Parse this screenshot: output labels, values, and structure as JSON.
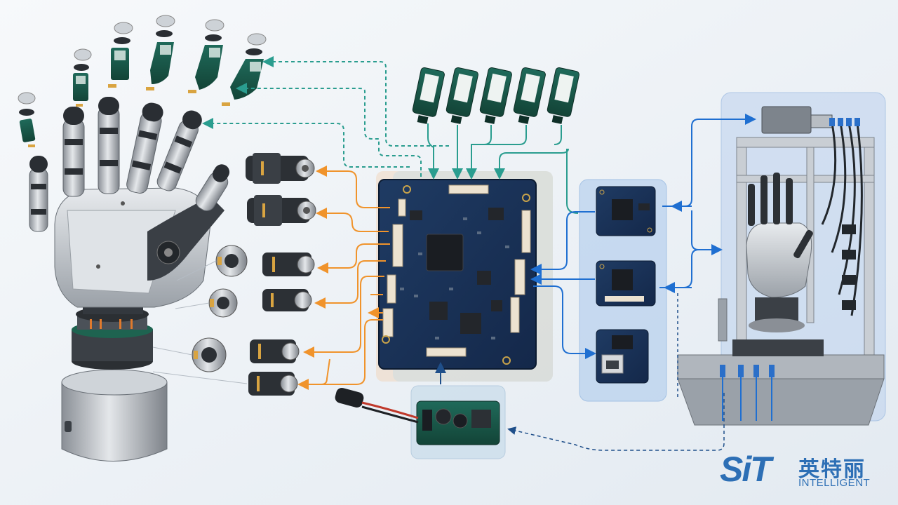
{
  "logo": {
    "mark": "SiT",
    "name_cn": "英特丽",
    "name_en": "INTELLIGENT"
  },
  "colors": {
    "sensor_link": "#2a9d8f",
    "motor_link": "#f0932b",
    "comm_link": "#1f6fd1",
    "power_link": "#1f4f8a",
    "pcb": "#1d3557",
    "brand": "#2d6fb5"
  },
  "components": {
    "hand": "robotic-hand",
    "finger_sensors": "fingertip-sensor-flex-boards",
    "tactile_sensors": "tactile-sensor-array-boards",
    "motors": "joint-actuator-motors",
    "main_board": "main-control-board",
    "comm_modules": "communication-modules",
    "power_board": "power-supply-board",
    "test_rig": "test-fixture-rig"
  }
}
